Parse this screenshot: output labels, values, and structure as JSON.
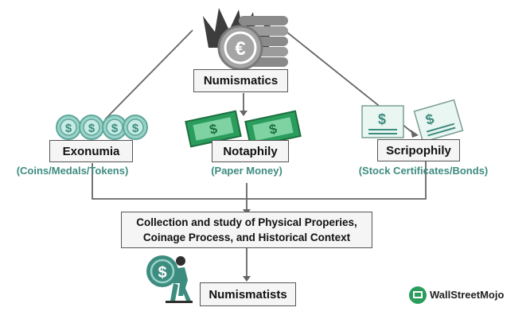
{
  "root": {
    "label": "Numismatics"
  },
  "branches": [
    {
      "label": "Exonumia",
      "subtitle": "(Coins/Medals/Tokens)",
      "icon": "coins-icon"
    },
    {
      "label": "Notaphily",
      "subtitle": "(Paper Money)",
      "icon": "banknotes-icon"
    },
    {
      "label": "Scripophily",
      "subtitle": "(Stock Certificates/Bonds)",
      "icon": "certificates-icon"
    }
  ],
  "summary": {
    "line1": "Collection and study of Physical Properies,",
    "line2": "Coinage Process, and Historical Context"
  },
  "result": {
    "label": "Numismatists",
    "icon": "person-carrying-coin-icon"
  },
  "brand": {
    "name": "WallStreetMojo",
    "icon": "wallstreetmojo-logo-icon"
  },
  "colors": {
    "accent": "#3d8c80",
    "note_green": "#2a9d5c",
    "line": "#666666"
  }
}
